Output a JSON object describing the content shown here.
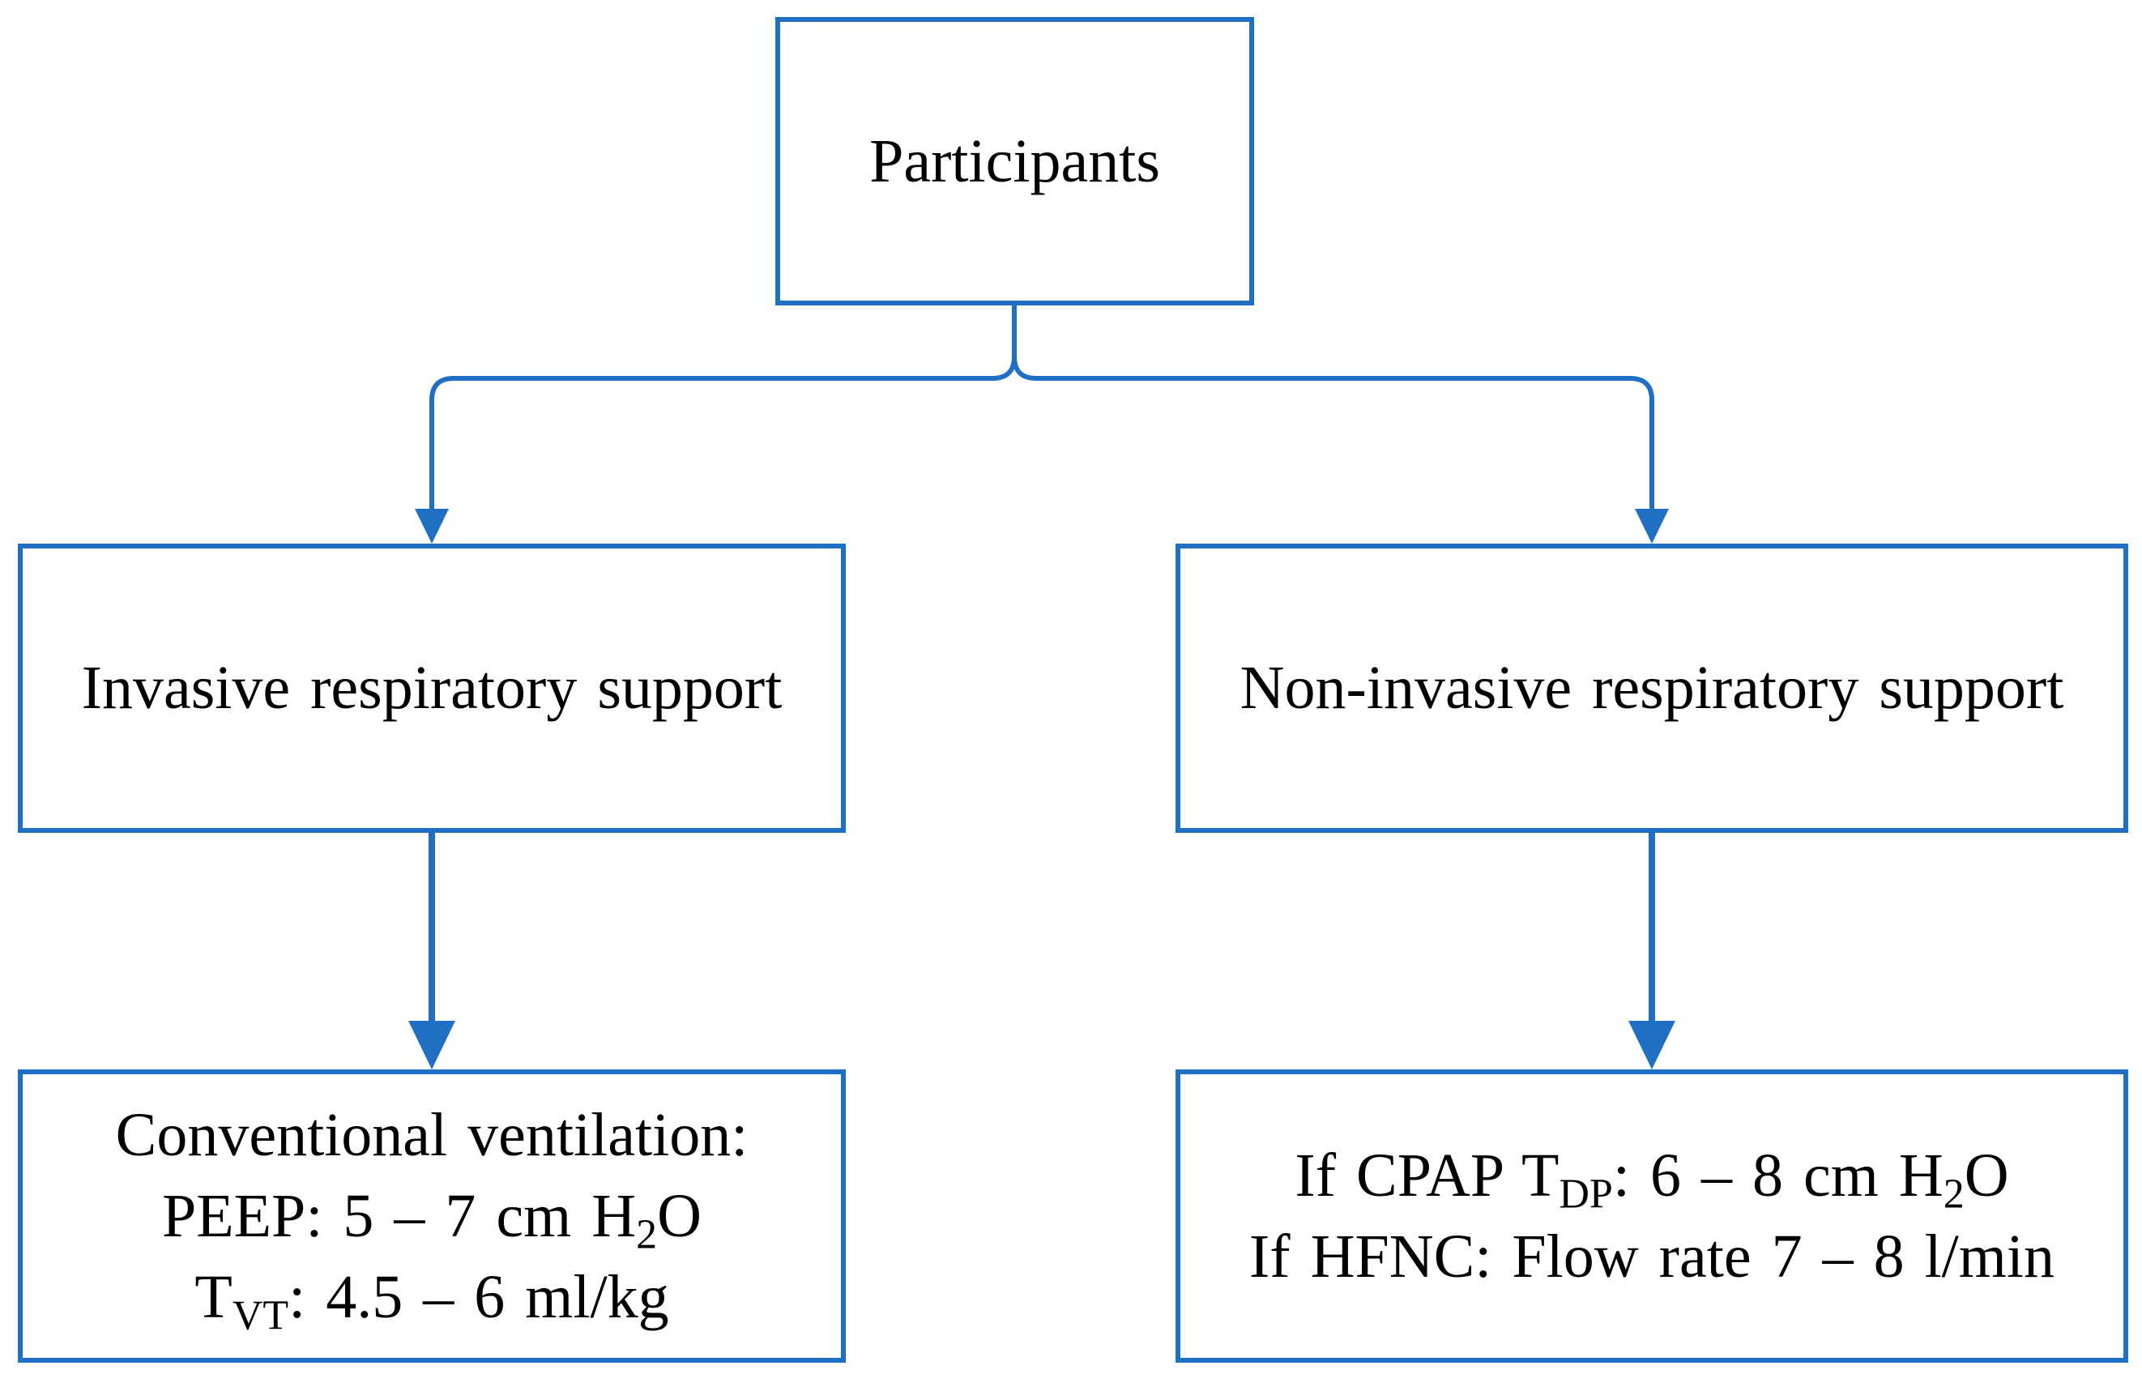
{
  "diagram": {
    "accent_color": "#1f6fc5",
    "root": {
      "label": "Participants"
    },
    "branches": [
      {
        "label": "Invasive respiratory support",
        "detail": {
          "line1": "Conventional ventilation:",
          "line2_prefix": "PEEP: 5 – 7 cm H",
          "line2_sub": "2",
          "line2_suffix": "O",
          "line3_prefix": "T",
          "line3_sub": "VT",
          "line3_suffix": ": 4.5 – 6 ml/kg"
        }
      },
      {
        "label": "Non-invasive respiratory support",
        "detail": {
          "line1_prefix": "If CPAP T",
          "line1_sub": "DP",
          "line1_mid": ": 6 – 8 cm H",
          "line1_sub2": "2",
          "line1_suffix": "O",
          "line2": "If HFNC: Flow rate 7 – 8 l/min"
        }
      }
    ]
  }
}
